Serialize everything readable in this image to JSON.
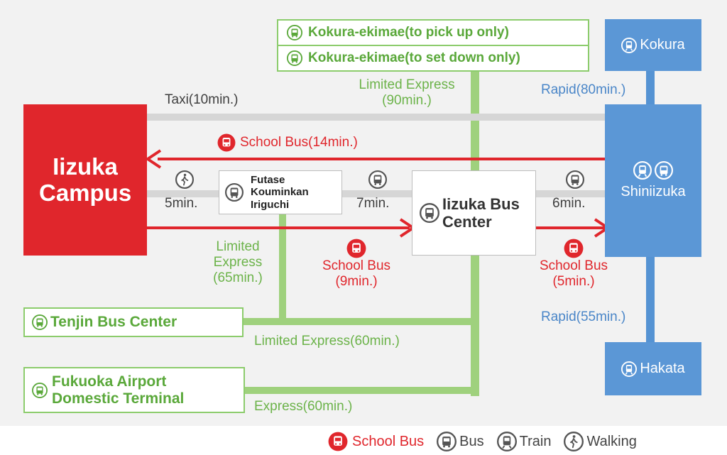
{
  "colors": {
    "green": "#8ccc6c",
    "green_text": "#5aa83a",
    "red": "#e0262c",
    "blue": "#5b97d6",
    "gray_line": "#d6d6d6",
    "campus_red": "#e0262c"
  },
  "nodes": {
    "kokura_ekimae_pickup": "Kokura-ekimae(to pick up only)",
    "kokura_ekimae_setdown": "Kokura-ekimae(to set down only)",
    "kokura": "Kokura",
    "iizuka_campus": "Iizuka Campus",
    "futase": "Futase Kouminkan Iriguchi",
    "iizuka_bus_center": "Iizuka Bus Center",
    "shiniizuka": "Shiniizuka",
    "tenjin_bus_center": "Tenjin Bus Center",
    "fukuoka_airport": "Fukuoka Airport Domestic Terminal",
    "hakata": "Hakata"
  },
  "labels": {
    "limited_express_90_a": "Limited Express",
    "limited_express_90_b": "(90min.)",
    "rapid_80": "Rapid(80min.)",
    "taxi": "Taxi(10min.)",
    "school_bus_14": "School Bus(14min.)",
    "walk_5": "5min.",
    "bus_7": "7min.",
    "bus_6": "6min.",
    "limited_express_65_a": "Limited",
    "limited_express_65_b": "Express",
    "limited_express_65_c": "(65min.)",
    "school_bus_9_a": "School Bus",
    "school_bus_9_b": "(9min.)",
    "school_bus_5_a": "School Bus",
    "school_bus_5_b": "(5min.)",
    "rapid_55": "Rapid(55min.)",
    "limited_express_60": "Limited Express(60min.)",
    "express_60": "Express(60min.)"
  },
  "legend": {
    "school_bus": "School Bus",
    "bus": "Bus",
    "train": "Train",
    "walking": "Walking"
  }
}
